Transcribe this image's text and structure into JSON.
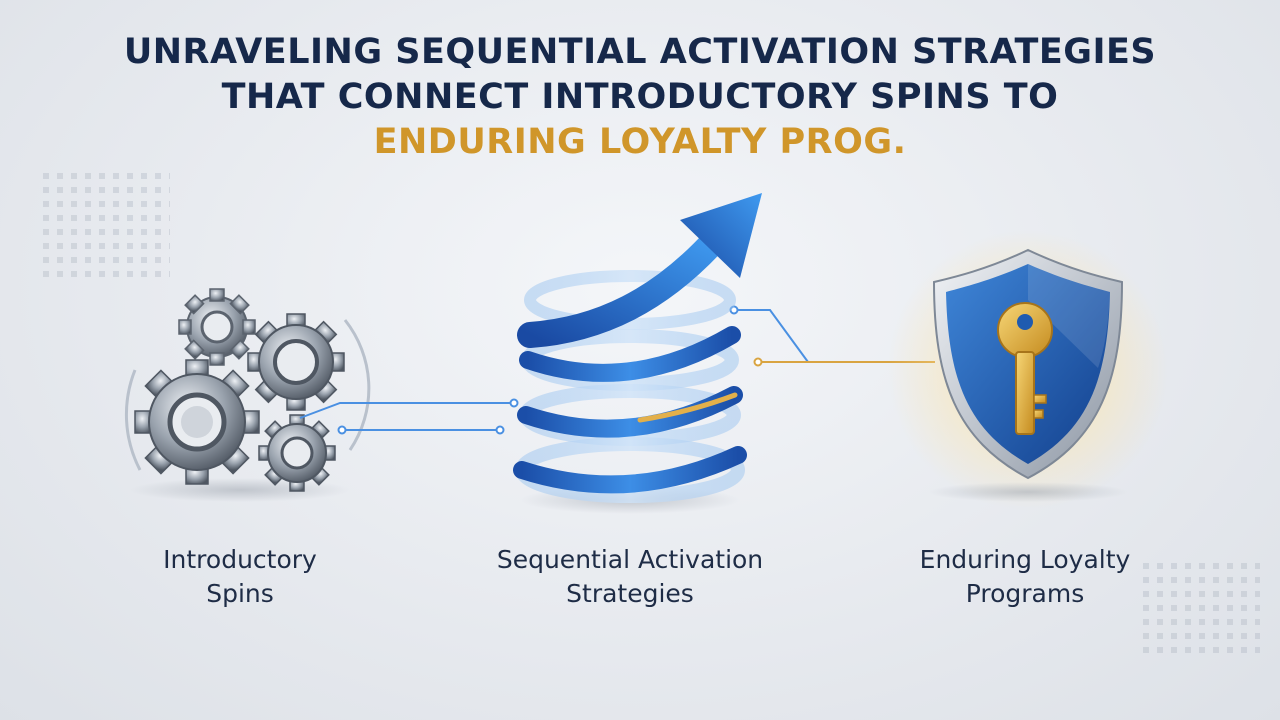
{
  "title": {
    "line1": "UNRAVELING SEQUENTIAL ACTIVATION STRATEGIES",
    "line2": "THAT CONNECT INTRODUCTORY SPINS TO",
    "line3": "ENDURING LOYALTY PROG."
  },
  "colors": {
    "title": "#16284a",
    "accent": "#d0962a",
    "blue": "#1f6fd1",
    "gold": "#e0a83a"
  },
  "stages": [
    {
      "icon": "gears-icon",
      "line1": "Introductory",
      "line2": "Spins"
    },
    {
      "icon": "spiral-arrow-icon",
      "line1": "Sequential Activation",
      "line2": "Strategies"
    },
    {
      "icon": "shield-key-icon",
      "line1": "Enduring Loyalty",
      "line2": "Programs"
    }
  ]
}
